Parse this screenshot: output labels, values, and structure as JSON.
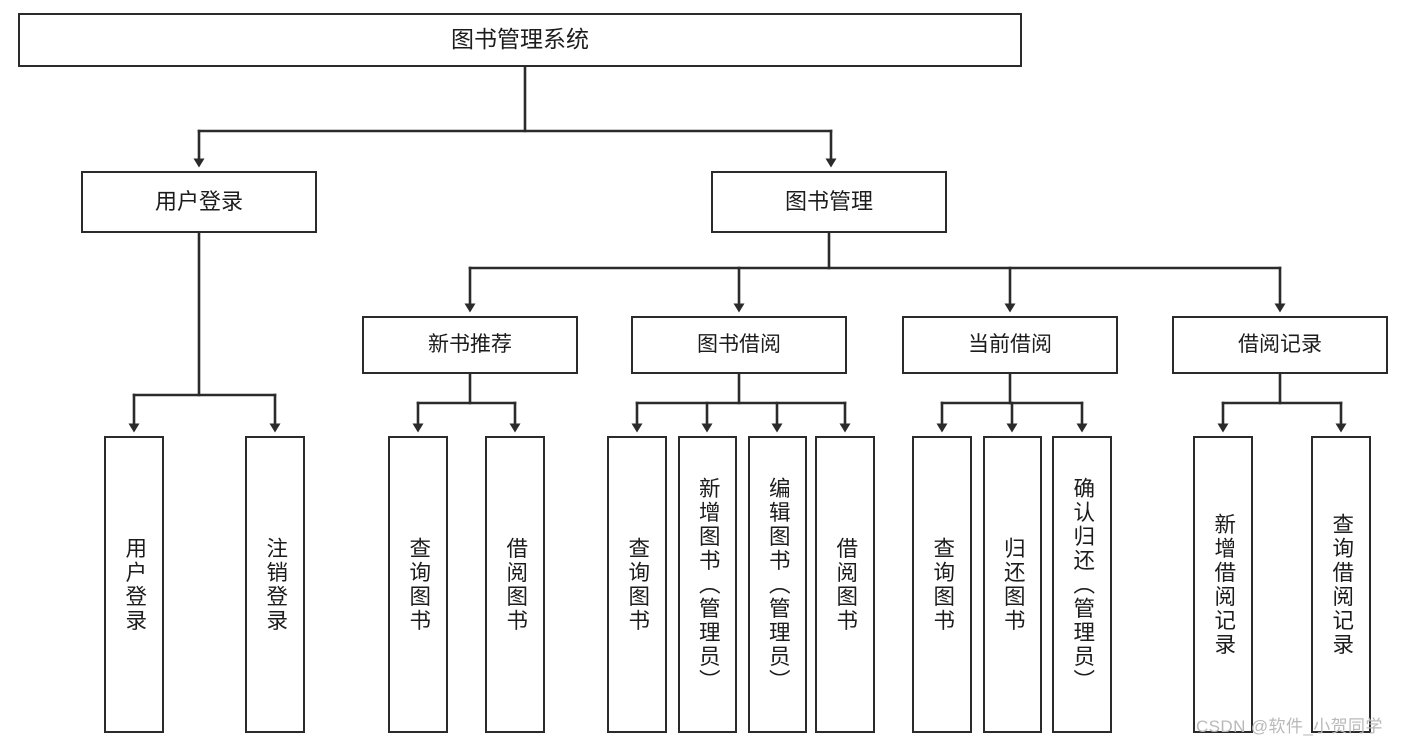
{
  "diagram": {
    "title": "图书管理系统",
    "type": "tree-hierarchy",
    "watermark": "CSDN @软件_小贺同学",
    "colors": {
      "background": "#ffffff",
      "box_border": "#2b2b2b",
      "connector": "#2b2b2b",
      "text": "#1c1c1c",
      "watermark": "#b9b9b9"
    },
    "nodes": {
      "root": {
        "label": "图书管理系统"
      },
      "level2": [
        {
          "label": "用户登录"
        },
        {
          "label": "图书管理"
        }
      ],
      "level3": [
        {
          "label": "新书推荐"
        },
        {
          "label": "图书借阅"
        },
        {
          "label": "当前借阅"
        },
        {
          "label": "借阅记录"
        }
      ],
      "leaves": {
        "user_login": [
          {
            "label": "用户登录"
          },
          {
            "label": "注销登录"
          }
        ],
        "new_book_recommend": [
          {
            "label": "查询图书"
          },
          {
            "label": "借阅图书"
          }
        ],
        "book_borrow": [
          {
            "label": "查询图书"
          },
          {
            "label": "新增图书（管理员）"
          },
          {
            "label": "编辑图书（管理员）"
          },
          {
            "label": "借阅图书"
          }
        ],
        "current_borrow": [
          {
            "label": "查询图书"
          },
          {
            "label": "归还图书"
          },
          {
            "label": "确认归还（管理员）"
          }
        ],
        "borrow_records": [
          {
            "label": "新增借阅记录"
          },
          {
            "label": "查询借阅记录"
          }
        ]
      }
    }
  }
}
